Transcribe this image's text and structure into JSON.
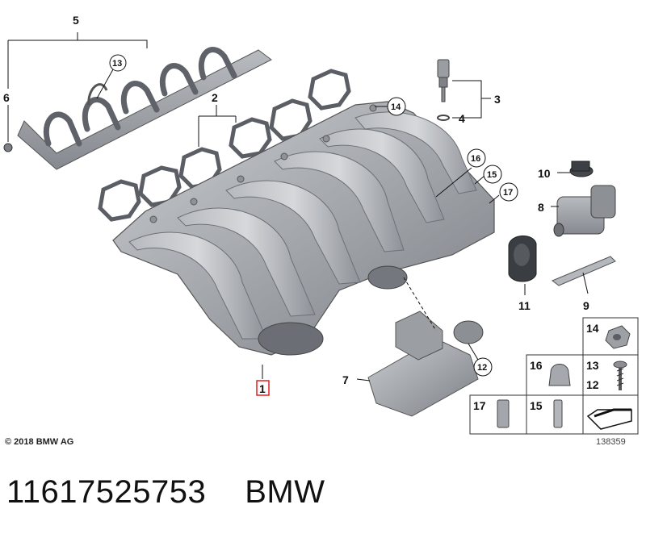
{
  "diagram": {
    "part_labels": {
      "p1": "1",
      "p2": "2",
      "p3": "3",
      "p4": "4",
      "p5": "5",
      "p6": "6",
      "p7": "7",
      "p8": "8",
      "p9": "9",
      "p10": "10",
      "p11": "11",
      "p12": "12",
      "p13": "13",
      "p14": "14",
      "p15": "15",
      "p16": "16",
      "p17": "17"
    },
    "table_labels": {
      "t14": "14",
      "t16": "16",
      "t13": "13",
      "t12": "12",
      "t17": "17",
      "t15": "15"
    },
    "copyright": "© 2018 BMW AG",
    "diagram_id": "138359"
  },
  "footer": {
    "part_number": "11617525753",
    "brand": "BMW"
  },
  "colors": {
    "highlight": "#e02020",
    "part_gray": "#9a9ea3",
    "part_dark": "#6c7076",
    "line": "#111111"
  }
}
